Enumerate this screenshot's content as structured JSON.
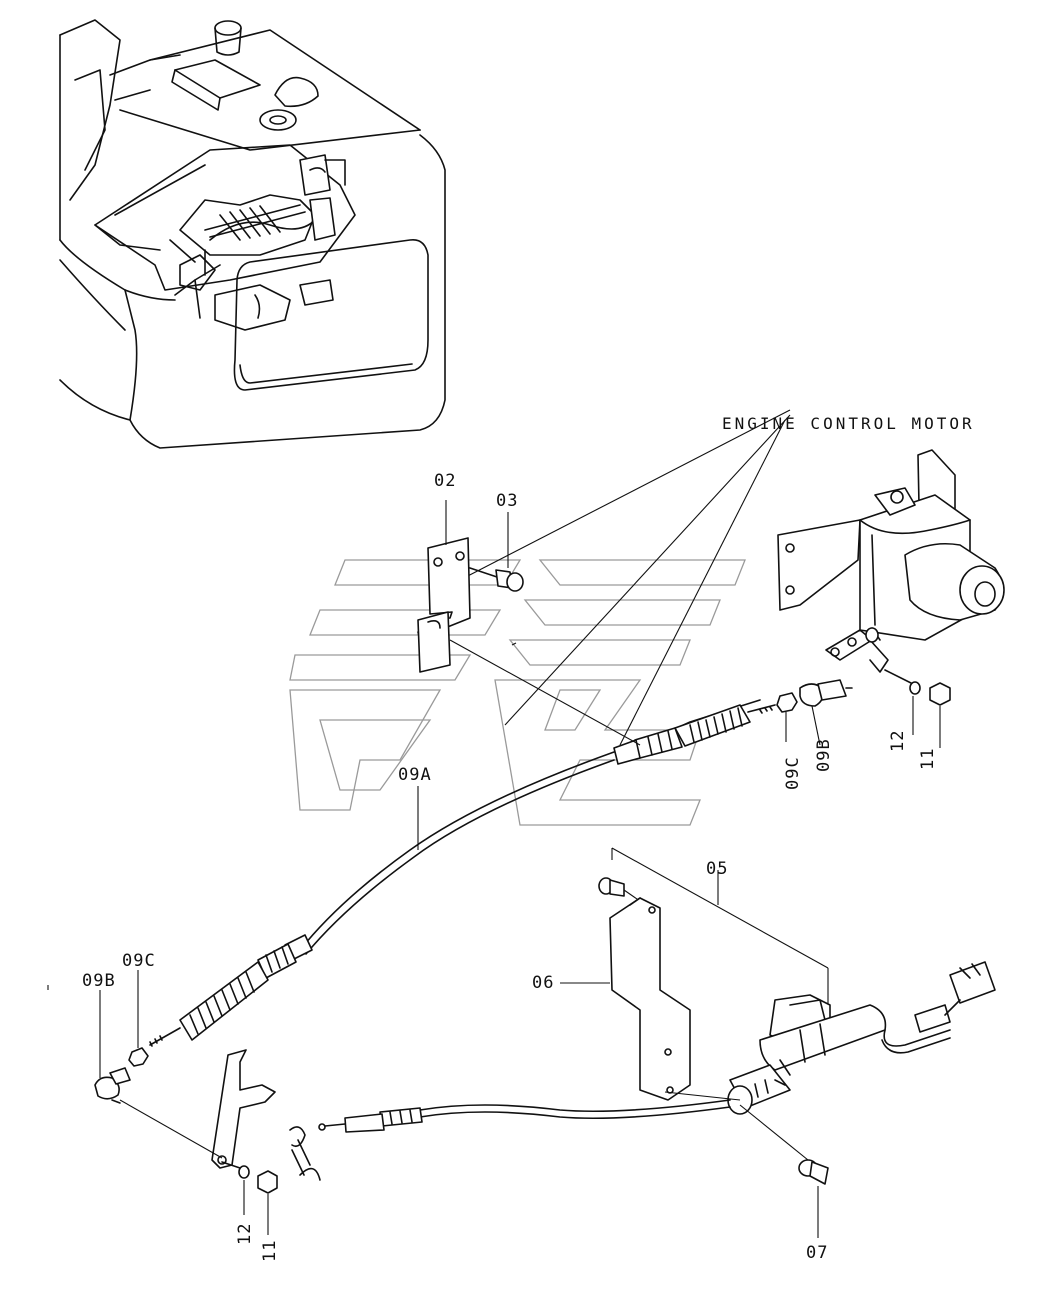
{
  "diagram": {
    "header_label": "ENGINE CONTROL MOTOR",
    "callouts": {
      "c02": "02",
      "c03": "03",
      "c05": "05",
      "c06": "06",
      "c07": "07",
      "c09A": "09A",
      "c09B_right": "09B",
      "c09C_right": "09C",
      "c12_right": "12",
      "c11_right": "11",
      "c09B_left": "09B",
      "c09C_left": "09C",
      "c12_left": "12",
      "c11_left": "11"
    }
  }
}
